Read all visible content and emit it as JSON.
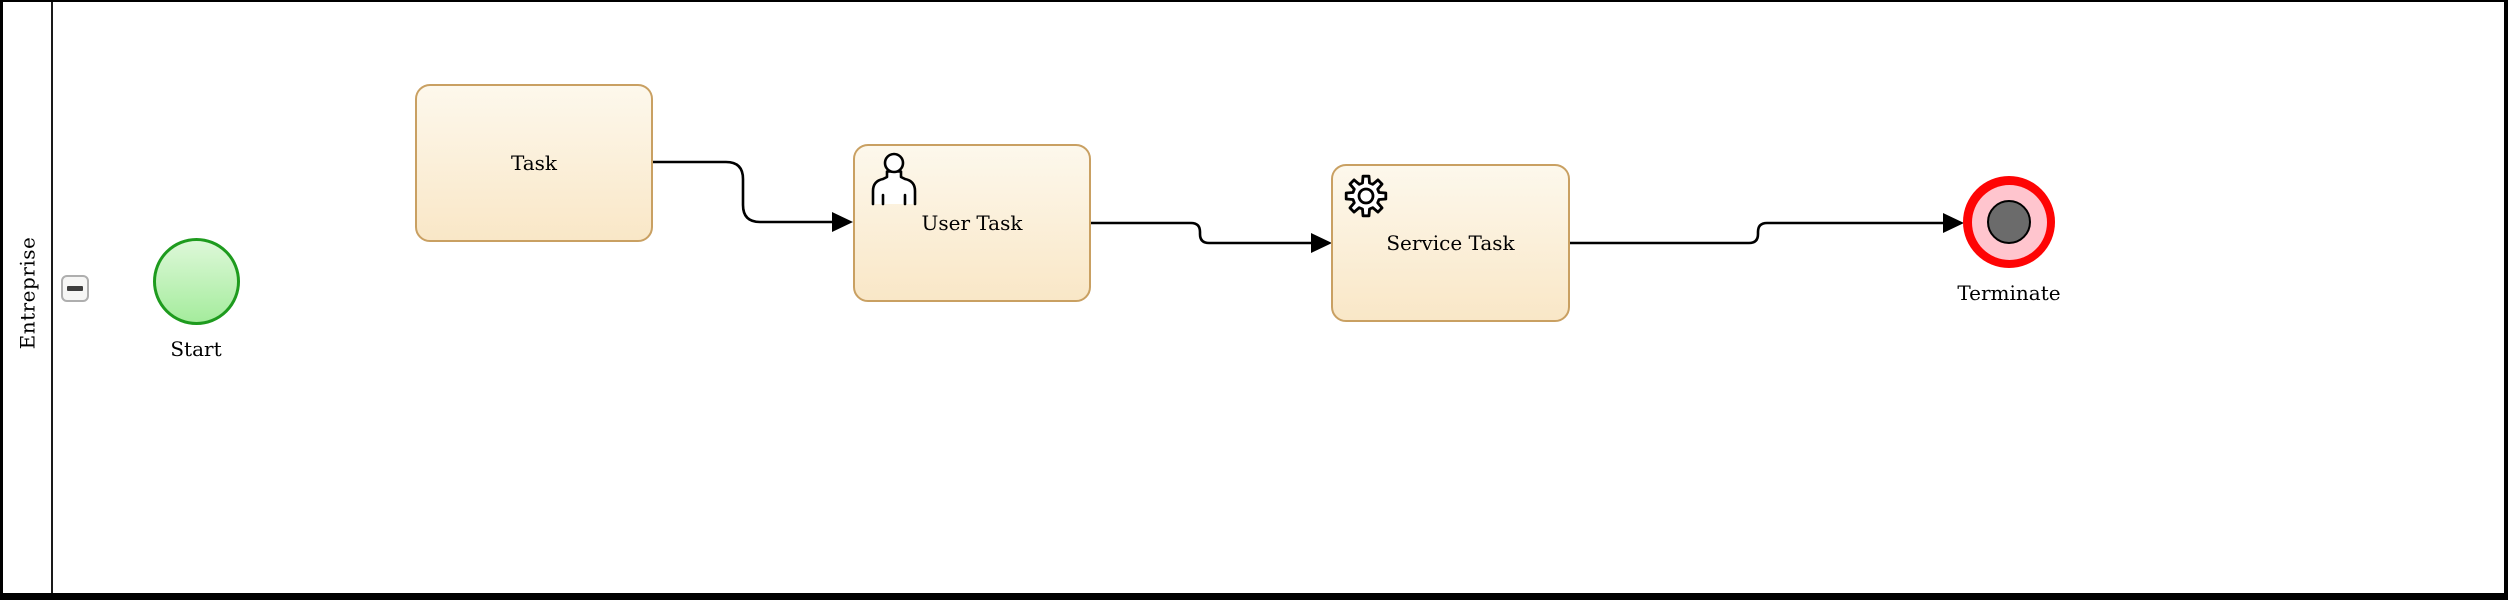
{
  "pool": {
    "name": "Entreprise",
    "collapsed": false,
    "collapse_icon": "minus-icon"
  },
  "nodes": {
    "start": {
      "type": "startEvent",
      "label": "Start"
    },
    "task": {
      "type": "task",
      "label": "Task"
    },
    "user_task": {
      "type": "userTask",
      "label": "User Task",
      "icon": "user-icon"
    },
    "service_task": {
      "type": "serviceTask",
      "label": "Service Task",
      "icon": "gear-icon"
    },
    "terminate": {
      "type": "terminateEndEvent",
      "label": "Terminate"
    }
  },
  "flows": [
    {
      "from": "task",
      "to": "user_task"
    },
    {
      "from": "user_task",
      "to": "service_task"
    },
    {
      "from": "service_task",
      "to": "terminate"
    }
  ],
  "colors": {
    "task_fill_top": "#fdf8ec",
    "task_fill_bottom": "#f9e7c7",
    "task_border": "#c9a062",
    "start_fill_top": "#ddf8d8",
    "start_fill_bottom": "#a5ec9d",
    "start_border": "#1e9b1e",
    "terminate_ring": "#fe0404",
    "terminate_fill": "#ffc5ce",
    "terminate_inner": "#6b6b6b",
    "connector": "#000000"
  }
}
